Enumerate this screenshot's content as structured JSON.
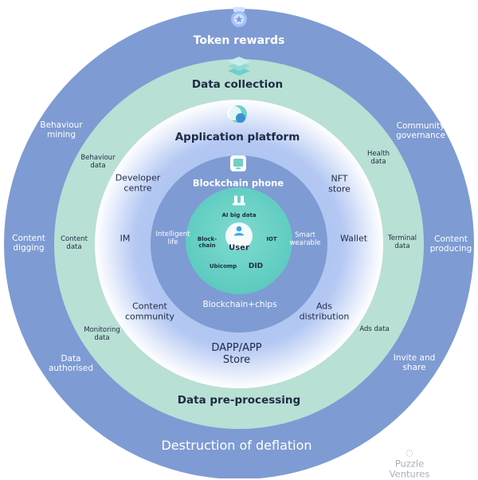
{
  "colors": {
    "outer_ring": "#7e9bd3",
    "green_ring": "#b9e0d4",
    "app_ring": "#a9bff0",
    "chip_ring": "#7e9bd3",
    "core": "#61d0c4",
    "watermark": "#a9b1bd"
  },
  "outer_ring": {
    "top": "Token rewards",
    "bottom": "Destruction of deflation",
    "items": [
      "Behaviour\nmining",
      "Community\ngovernance",
      "Content\ndigging",
      "Content\nproducing",
      "Data\nauthorised",
      "Invite and\nshare"
    ]
  },
  "data_ring": {
    "top": "Data collection",
    "bottom": "Data pre-processing",
    "items": [
      "Behaviour\ndata",
      "Health\ndata",
      "Content\ndata",
      "Terminal\ndata",
      "Monitoring\ndata",
      "Ads data"
    ]
  },
  "app_ring": {
    "top": "Application platform",
    "bottom": "DAPP/APP\nStore",
    "items": [
      "Developer\ncentre",
      "NFT\nstore",
      "IM",
      "Wallet",
      "Content\ncommunity",
      "Ads\ndistribution"
    ]
  },
  "chip_ring": {
    "top": "Blockchain phone",
    "bottom": "Blockchain+chips",
    "items": [
      "Intelligent\nlife",
      "Smart\nwearable"
    ]
  },
  "core": {
    "center": "User",
    "items": [
      "AI big data",
      "Block-\nchain",
      "IOT",
      "Ubicomp",
      "DID"
    ]
  },
  "icons": [
    "medal-icon",
    "layers-icon",
    "application-icon",
    "phone-icon",
    "robot-icon",
    "user-icon"
  ],
  "watermark": "Puzzle Ventures"
}
